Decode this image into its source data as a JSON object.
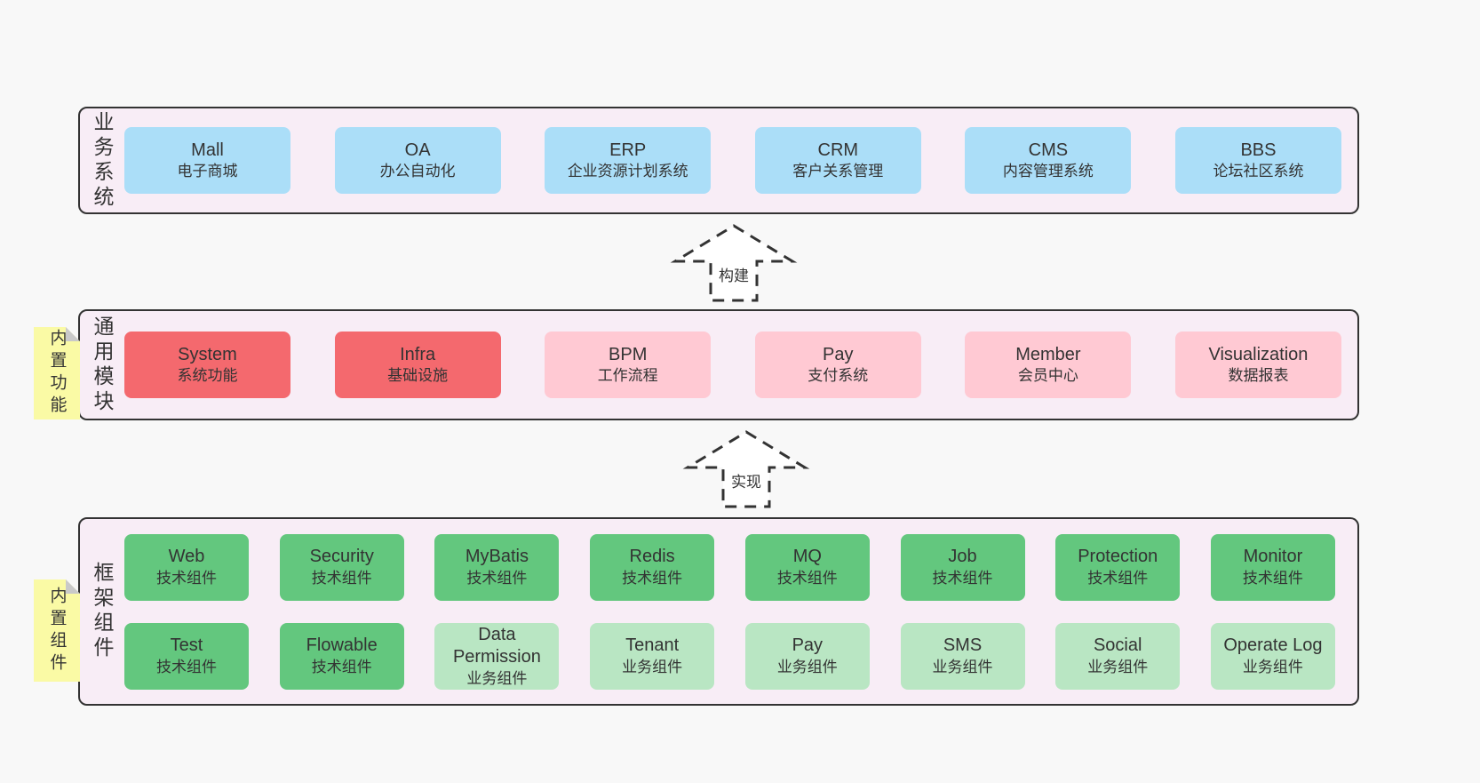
{
  "colors": {
    "page-bg": "#f8f8f8",
    "panel-bg": "#f8edf6",
    "line": "#333333",
    "text": "#333333",
    "note-bg": "#fafaa5",
    "note-fold": "#c9c9c9",
    "arrow-fill": "#ffffff",
    "blue": "#abdef8",
    "red": "#f4696e",
    "pink": "#ffc9d3",
    "green": "#63c77e",
    "light-green": "#b9e6c3"
  },
  "layers": [
    {
      "id": "business-systems",
      "label": "业务系统",
      "rows": [
        [
          {
            "name": "Mall",
            "label": "电子商城",
            "color": "#abdef8"
          },
          {
            "name": "OA",
            "label": "办公自动化",
            "color": "#abdef8"
          },
          {
            "name": "ERP",
            "label": "企业资源计划系统",
            "color": "#abdef8"
          },
          {
            "name": "CRM",
            "label": "客户关系管理",
            "color": "#abdef8"
          },
          {
            "name": "CMS",
            "label": "内容管理系统",
            "color": "#abdef8"
          },
          {
            "name": "BBS",
            "label": "论坛社区系统",
            "color": "#abdef8"
          }
        ]
      ]
    },
    {
      "id": "common-modules",
      "label": "通用模块",
      "rows": [
        [
          {
            "name": "System",
            "label": "系统功能",
            "color": "#f4696e"
          },
          {
            "name": "Infra",
            "label": "基础设施",
            "color": "#f4696e"
          },
          {
            "name": "BPM",
            "label": "工作流程",
            "color": "#ffc9d3"
          },
          {
            "name": "Pay",
            "label": "支付系统",
            "color": "#ffc9d3"
          },
          {
            "name": "Member",
            "label": "会员中心",
            "color": "#ffc9d3"
          },
          {
            "name": "Visualization",
            "label": "数据报表",
            "color": "#ffc9d3"
          }
        ]
      ]
    },
    {
      "id": "framework-components",
      "label": "框架组件",
      "rows": [
        [
          {
            "name": "Web",
            "label": "技术组件",
            "color": "#63c77e"
          },
          {
            "name": "Security",
            "label": "技术组件",
            "color": "#63c77e"
          },
          {
            "name": "MyBatis",
            "label": "技术组件",
            "color": "#63c77e"
          },
          {
            "name": "Redis",
            "label": "技术组件",
            "color": "#63c77e"
          },
          {
            "name": "MQ",
            "label": "技术组件",
            "color": "#63c77e"
          },
          {
            "name": "Job",
            "label": "技术组件",
            "color": "#63c77e"
          },
          {
            "name": "Protection",
            "label": "技术组件",
            "color": "#63c77e"
          },
          {
            "name": "Monitor",
            "label": "技术组件",
            "color": "#63c77e"
          }
        ],
        [
          {
            "name": "Test",
            "label": "技术组件",
            "color": "#63c77e"
          },
          {
            "name": "Flowable",
            "label": "技术组件",
            "color": "#63c77e"
          },
          {
            "name": "Data Permission",
            "label": "业务组件",
            "color": "#b9e6c3"
          },
          {
            "name": "Tenant",
            "label": "业务组件",
            "color": "#b9e6c3"
          },
          {
            "name": "Pay",
            "label": "业务组件",
            "color": "#b9e6c3"
          },
          {
            "name": "SMS",
            "label": "业务组件",
            "color": "#b9e6c3"
          },
          {
            "name": "Social",
            "label": "业务组件",
            "color": "#b9e6c3"
          },
          {
            "name": "Operate Log",
            "label": "业务组件",
            "color": "#b9e6c3"
          }
        ]
      ]
    }
  ],
  "arrows": [
    {
      "id": "build",
      "label": "构建"
    },
    {
      "id": "implement",
      "label": "实现"
    }
  ],
  "notes": [
    {
      "id": "built-in-features",
      "label": "内置功能"
    },
    {
      "id": "built-in-components",
      "label": "内置组件"
    }
  ]
}
